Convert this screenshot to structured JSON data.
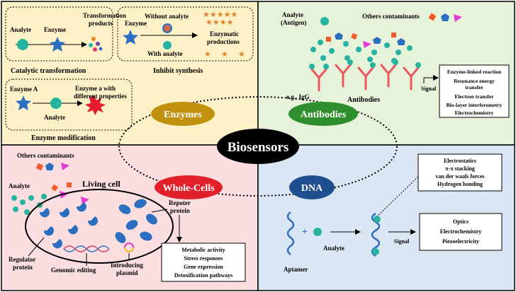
{
  "colors": {
    "enzymes_quadrant": "#fdf1c7",
    "antibodies_quadrant": "#e6f3da",
    "wholecells_quadrant": "#fbdfe0",
    "dna_quadrant": "#dbe6f4",
    "enzymes_node": "#c1900f",
    "antibodies_node": "#2f8f2f",
    "wholecells_node": "#e2202a",
    "dna_node": "#1f4f8f",
    "biosensors_node": "#000000",
    "analyte": "#26b3a0",
    "enzyme_star": "#2c6fc0",
    "antibody": "#e8585e"
  },
  "center": {
    "label": "Biosensors"
  },
  "enzymes": {
    "label": "Enzymes",
    "catalytic": {
      "analyte": "Analyte",
      "enzyme": "Enzyme",
      "products_line1": "Transformation",
      "products_line2": "products",
      "caption": "Catalytic transformation"
    },
    "inhibit": {
      "enzyme": "Enzyme",
      "without": "Without analyte",
      "with": "With analyte",
      "productions_line1": "Enzymatic",
      "productions_line2": "productions",
      "caption": "Inhibit synthesis"
    },
    "modification": {
      "enzyme_a": "Enzyme A",
      "analyte": "Analyte",
      "result_line1": "Enzyme a with",
      "result_line2": "different properties",
      "caption": "Enzyme modification"
    }
  },
  "antibodies": {
    "label": "Antibodies",
    "analyte_line1": "Analyte",
    "analyte_line2": "(Antigen)",
    "contaminants": "Others contaminants",
    "example": "e.g., IgG",
    "caption": "Antibodies",
    "signal": "Signal",
    "methods": [
      "Enzyme-linked reaction",
      "Resonance energy",
      "transfer",
      "Electron transfer",
      "Bio-layer interferometry",
      "Electrochemistry"
    ]
  },
  "wholecells": {
    "label": "Whole-Cells",
    "contaminants": "Others contaminants",
    "analyte": "Analyte",
    "living_cell": "Living cell",
    "reporter_line1": "Repoter",
    "reporter_line2": "protein",
    "regulator_line1": "Regulator",
    "regulator_line2": "protein",
    "genomic": "Genomic editing",
    "plasmid_line1": "Introducing",
    "plasmid_line2": "plasmid",
    "responses": [
      "Metabolic activity",
      "Stress responses",
      "Gene expression",
      "Detoxification pathways"
    ]
  },
  "dna": {
    "label": "DNA",
    "interactions": [
      "Electrostatics",
      "π-π stacking",
      "van der waals forces",
      "Hydrogen bonding"
    ],
    "plus": "+",
    "analyte": "Analyte",
    "aptamer": "Aptamer",
    "signal": "Signal",
    "outputs": [
      "Optics",
      "Electrochemistry",
      "Piezoelectricity"
    ]
  }
}
